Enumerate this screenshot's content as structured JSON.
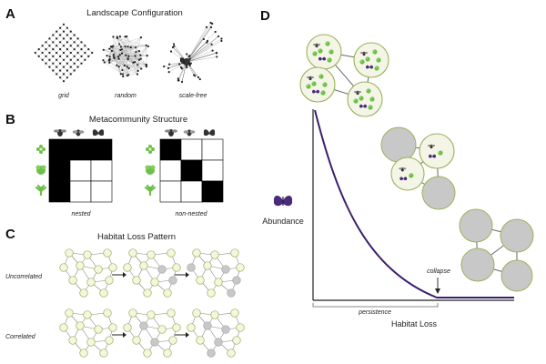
{
  "panels": {
    "a": {
      "letter": "A",
      "title": "Landscape Configuration",
      "captions": [
        "grid",
        "random",
        "scale-free"
      ]
    },
    "b": {
      "letter": "B",
      "title": "Metacommunity Structure",
      "captions": [
        "nested",
        "non-nested"
      ],
      "nested_matrix": [
        [
          1,
          1,
          1
        ],
        [
          1,
          0,
          0
        ],
        [
          1,
          0,
          0
        ]
      ],
      "nonnested_matrix": [
        [
          1,
          0,
          0
        ],
        [
          0,
          1,
          0
        ],
        [
          0,
          0,
          1
        ]
      ]
    },
    "c": {
      "letter": "C",
      "title": "Habitat Loss Pattern",
      "rows": [
        "Uncorrelated",
        "Correlated"
      ]
    },
    "d": {
      "letter": "D",
      "ylabel": "Abundance",
      "xlabel": "Habitat Loss",
      "persistence_label": "persistence",
      "collapse_label": "collapse"
    }
  },
  "colors": {
    "node_fill": "#f6f6df",
    "node_stroke": "#9ab35a",
    "lost_node": "#c8c8c8",
    "curve": "#3b1f6e",
    "plant_green": "#6cc04a",
    "butterfly_purple": "#4a2a7a"
  }
}
